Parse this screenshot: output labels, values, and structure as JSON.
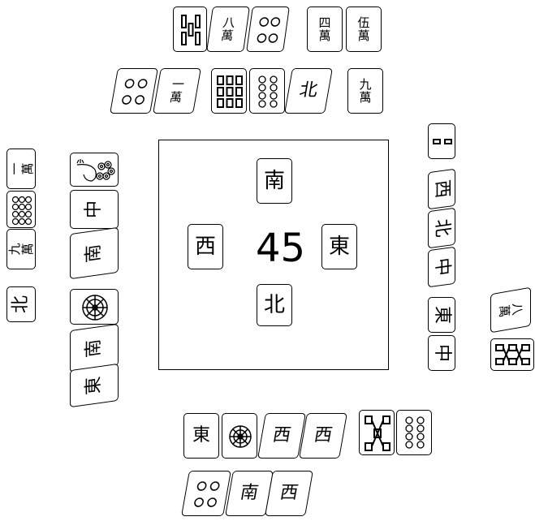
{
  "round_counter": "45",
  "center_winds": {
    "top": "南",
    "left": "西",
    "right": "東",
    "bottom": "北"
  },
  "top_player": {
    "row1": [
      {
        "kind": "bamboo"
      },
      {
        "kind": "char",
        "num": "八",
        "suit": "萬"
      },
      {
        "kind": "dots"
      },
      {
        "kind": "char",
        "num": "四",
        "suit": "萬"
      },
      {
        "kind": "char",
        "num": "伍",
        "suit": "萬"
      }
    ],
    "row2": [
      {
        "kind": "dots"
      },
      {
        "kind": "char",
        "num": "一",
        "suit": "萬"
      },
      {
        "kind": "bamboo"
      },
      {
        "kind": "dots"
      },
      {
        "kind": "honor",
        "label": "北"
      },
      {
        "kind": "char",
        "num": "九",
        "suit": "萬"
      }
    ]
  },
  "left_player": {
    "outer": [
      {
        "kind": "char",
        "num": "一",
        "suit": "萬"
      },
      {
        "kind": "dots"
      },
      {
        "kind": "char",
        "num": "九",
        "suit": "萬"
      },
      {
        "kind": "honor",
        "label": "北"
      }
    ],
    "inner": [
      {
        "kind": "bird"
      },
      {
        "kind": "honor",
        "label": "中"
      },
      {
        "kind": "honor",
        "label": "南"
      },
      {
        "kind": "dot-wheel"
      },
      {
        "kind": "honor",
        "label": "南"
      },
      {
        "kind": "honor",
        "label": "東"
      }
    ]
  },
  "right_player": {
    "inner": [
      {
        "kind": "bamboo"
      },
      {
        "kind": "honor",
        "label": "西"
      },
      {
        "kind": "honor",
        "label": "北"
      },
      {
        "kind": "honor",
        "label": "中"
      },
      {
        "kind": "honor",
        "label": "東"
      },
      {
        "kind": "honor",
        "label": "中"
      }
    ],
    "outer": [
      {
        "kind": "char",
        "num": "八",
        "suit": "萬"
      },
      {
        "kind": "bamboo"
      }
    ]
  },
  "bottom_player": {
    "row1": [
      {
        "kind": "honor",
        "label": "東"
      },
      {
        "kind": "dot-wheel"
      },
      {
        "kind": "honor",
        "label": "西"
      },
      {
        "kind": "honor",
        "label": "西"
      },
      {
        "kind": "bamboo"
      },
      {
        "kind": "dots"
      }
    ],
    "row2": [
      {
        "kind": "dots"
      },
      {
        "kind": "honor",
        "label": "南"
      },
      {
        "kind": "honor",
        "label": "西"
      }
    ]
  },
  "colors": {
    "tile_border": "#000000",
    "tile_face": "#ffffff",
    "background": "#ffffff"
  }
}
